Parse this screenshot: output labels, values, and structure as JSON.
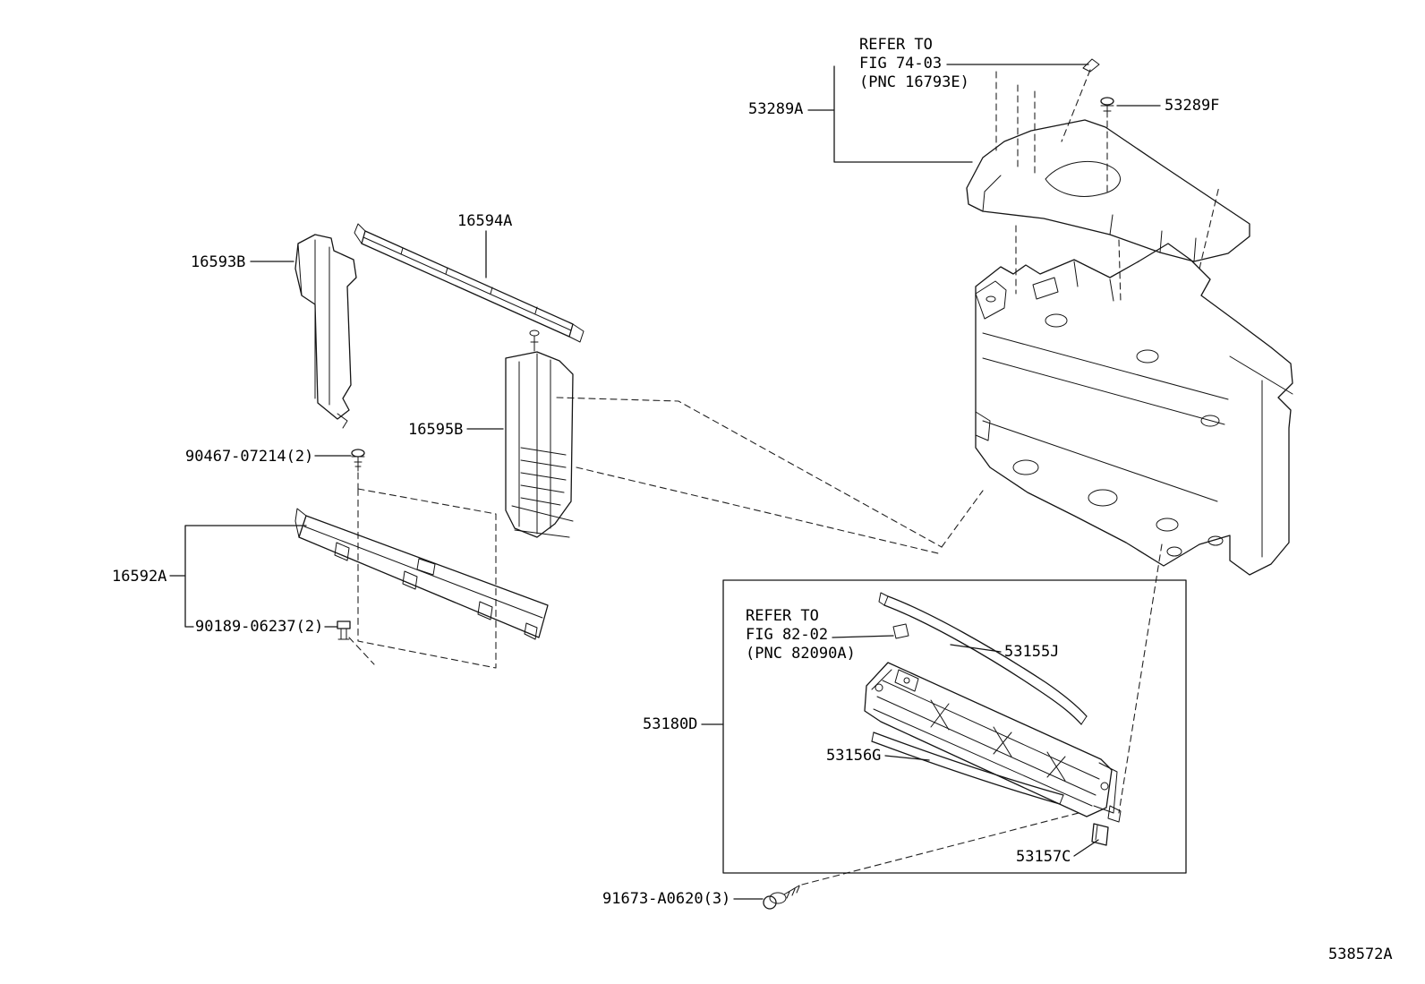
{
  "diagram": {
    "footer_code": "538572A",
    "notes": {
      "fig7403": {
        "text": "REFER TO\nFIG 74-03\n(PNC 16793E)"
      },
      "fig8202": {
        "text": "REFER TO\nFIG 82-02\n(PNC 82090A)"
      }
    },
    "parts": {
      "p53289A": {
        "label": "53289A"
      },
      "p53289F": {
        "label": "53289F"
      },
      "p16594A": {
        "label": "16594A"
      },
      "p16593B": {
        "label": "16593B"
      },
      "p16595B": {
        "label": "16595B"
      },
      "p9046707214": {
        "label": "90467-07214(2)"
      },
      "p16592A": {
        "label": "16592A"
      },
      "p9018906237": {
        "label": "90189-06237(2)"
      },
      "p53155J": {
        "label": "53155J"
      },
      "p53180D": {
        "label": "53180D"
      },
      "p53156G": {
        "label": "53156G"
      },
      "p53157C": {
        "label": "53157C"
      },
      "p91673A0620": {
        "label": "91673-A0620(3)"
      }
    }
  }
}
